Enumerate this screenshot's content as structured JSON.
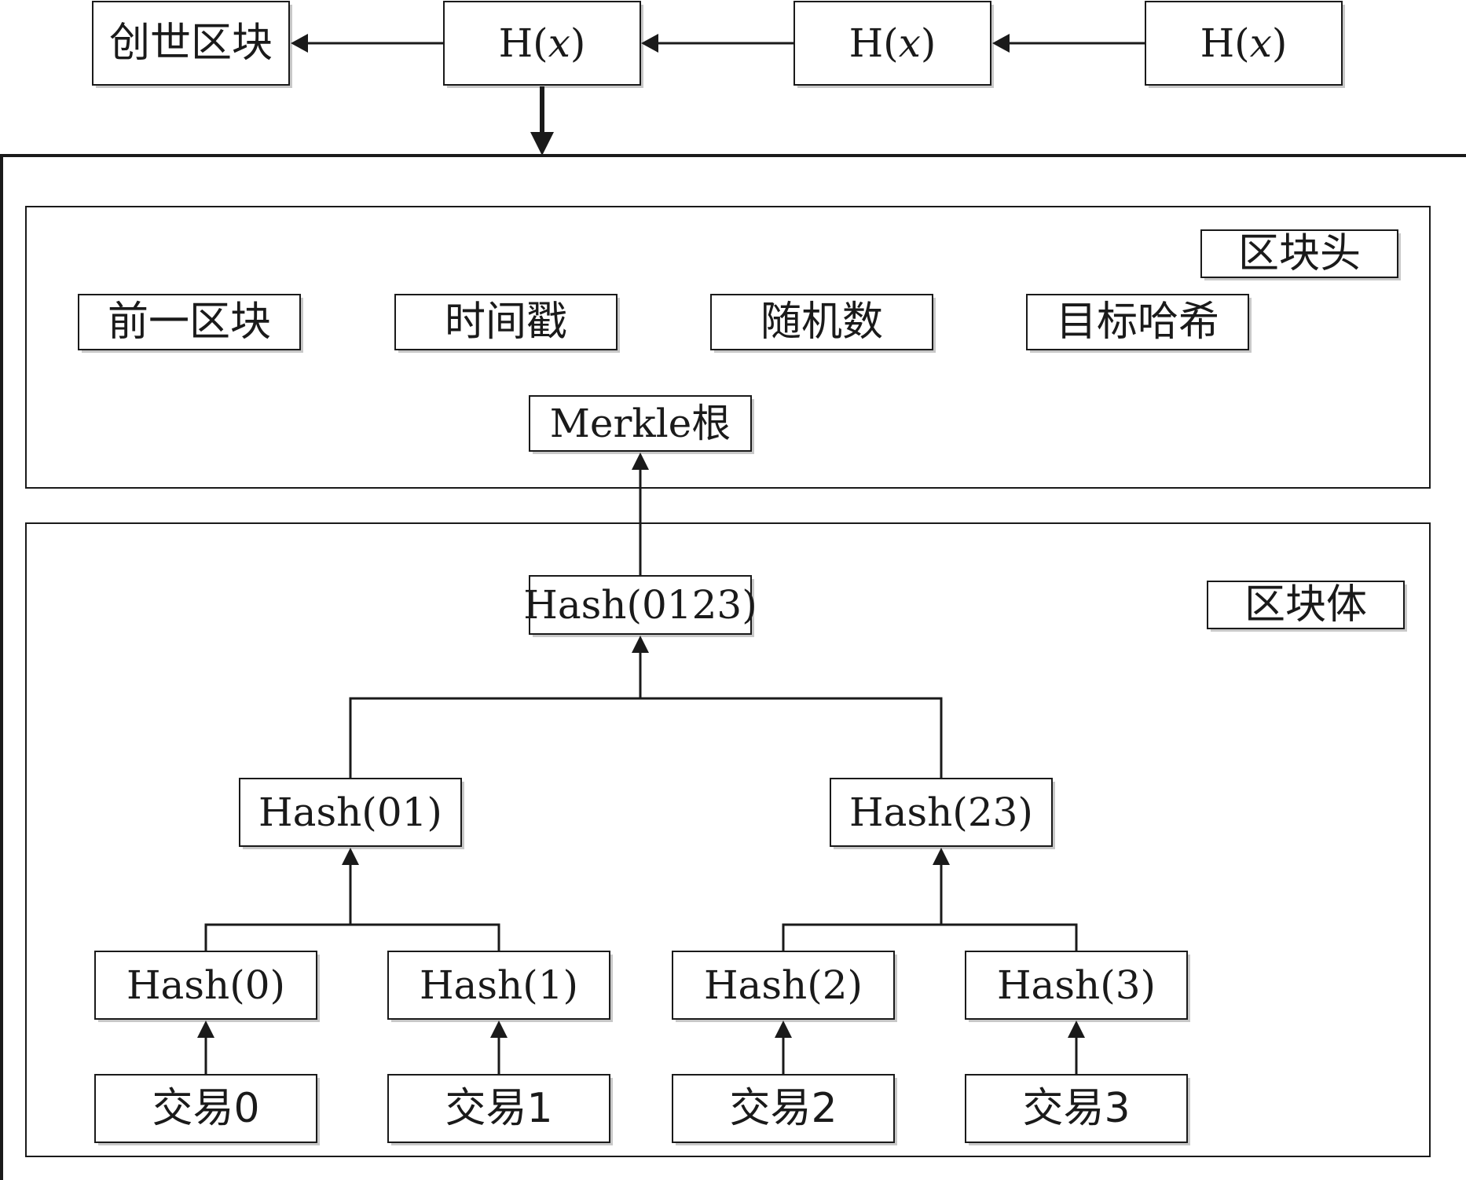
{
  "chain": {
    "genesis_block": "创世区块",
    "hash_blocks": [
      {
        "prefix": "H(",
        "var": "x",
        "suffix": ")"
      },
      {
        "prefix": "H(",
        "var": "x",
        "suffix": ")"
      },
      {
        "prefix": "H(",
        "var": "x",
        "suffix": ")"
      }
    ]
  },
  "block": {
    "header": {
      "title": "区块头",
      "fields": [
        "前一区块",
        "时间戳",
        "随机数",
        "目标哈希"
      ],
      "merkle_root": "Merkle根"
    },
    "body": {
      "title": "区块体",
      "root_hash": "Hash(0123)",
      "level1": [
        "Hash(01)",
        "Hash(23)"
      ],
      "leaf_hashes": [
        "Hash(0)",
        "Hash(1)",
        "Hash(2)",
        "Hash(3)"
      ],
      "transactions": [
        "交易0",
        "交易1",
        "交易2",
        "交易3"
      ]
    }
  },
  "colors": {
    "stroke": "#1a1a1a",
    "background": "#ffffff",
    "box_shadow": "#c8c8c8"
  }
}
